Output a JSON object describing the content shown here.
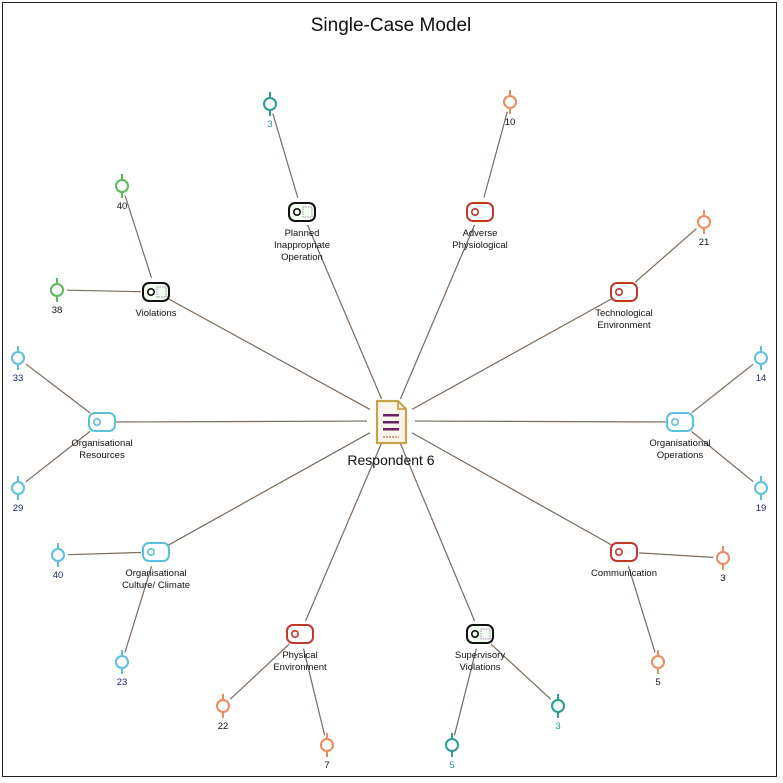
{
  "title": "Single-Case Model",
  "center": {
    "label": "Respondent 6"
  },
  "colors": {
    "line": "#7a6a5a",
    "teal": "#2a9d8f",
    "green": "#5cb85c",
    "orange": "#f08a5d",
    "blue": "#5bc0de",
    "red": "#c0392b",
    "dark": "#111111",
    "navy": "#1a237e",
    "gold": "#c8a24a"
  },
  "nodes": [
    {
      "id": "planned",
      "lines": [
        "Planned",
        "Inappropriate",
        "Operation"
      ],
      "style": "dark",
      "leaves": [
        {
          "value": "3",
          "color": "teal",
          "labelColor": "teal"
        }
      ]
    },
    {
      "id": "adverse",
      "lines": [
        "Adverse",
        "Physiological"
      ],
      "style": "red",
      "leaves": [
        {
          "value": "10",
          "color": "orange",
          "labelColor": "dark"
        }
      ]
    },
    {
      "id": "technological",
      "lines": [
        "Technological",
        "Environment"
      ],
      "style": "red",
      "leaves": [
        {
          "value": "21",
          "color": "orange",
          "labelColor": "dark"
        }
      ]
    },
    {
      "id": "operations",
      "lines": [
        "Organisational",
        "Operations"
      ],
      "style": "blue",
      "leaves": [
        {
          "value": "14",
          "color": "blue",
          "labelColor": "navy"
        },
        {
          "value": "19",
          "color": "blue",
          "labelColor": "navy"
        }
      ]
    },
    {
      "id": "communication",
      "lines": [
        "Communication"
      ],
      "style": "red",
      "leaves": [
        {
          "value": "3",
          "color": "orange",
          "labelColor": "dark"
        },
        {
          "value": "5",
          "color": "orange",
          "labelColor": "dark"
        }
      ]
    },
    {
      "id": "supervisory",
      "lines": [
        "Supervisory",
        "Violations"
      ],
      "style": "dark",
      "leaves": [
        {
          "value": "3",
          "color": "teal",
          "labelColor": "teal"
        },
        {
          "value": "5",
          "color": "teal",
          "labelColor": "teal"
        }
      ]
    },
    {
      "id": "physical",
      "lines": [
        "Physical",
        "Environment"
      ],
      "style": "red",
      "leaves": [
        {
          "value": "22",
          "color": "orange",
          "labelColor": "dark"
        },
        {
          "value": "7",
          "color": "orange",
          "labelColor": "dark"
        }
      ]
    },
    {
      "id": "culture",
      "lines": [
        "Organisational",
        "Culture/ Climate"
      ],
      "style": "blue",
      "leaves": [
        {
          "value": "40",
          "color": "blue",
          "labelColor": "navy"
        },
        {
          "value": "23",
          "color": "blue",
          "labelColor": "navy"
        }
      ]
    },
    {
      "id": "resources",
      "lines": [
        "Organisational",
        "Resources"
      ],
      "style": "blue",
      "leaves": [
        {
          "value": "33",
          "color": "blue",
          "labelColor": "navy"
        },
        {
          "value": "29",
          "color": "blue",
          "labelColor": "navy"
        }
      ]
    },
    {
      "id": "violations",
      "lines": [
        "Violations"
      ],
      "style": "dark",
      "leaves": [
        {
          "value": "40",
          "color": "green",
          "labelColor": "dark"
        },
        {
          "value": "38",
          "color": "green",
          "labelColor": "dark"
        }
      ]
    }
  ]
}
